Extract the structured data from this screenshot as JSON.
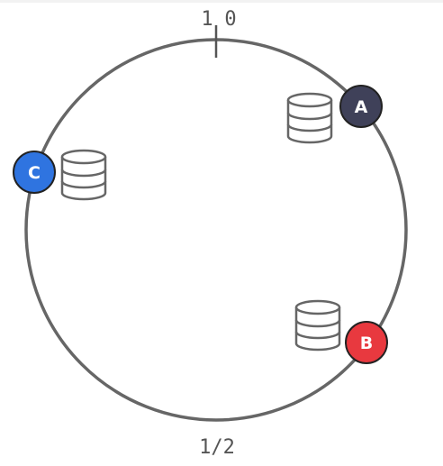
{
  "ring": {
    "top_label_one": "1",
    "top_label_zero": "0",
    "bottom_label": "1/2"
  },
  "nodes": [
    {
      "id": "a",
      "letter": "A",
      "color": "#3f4159",
      "icon": "database-icon"
    },
    {
      "id": "b",
      "letter": "B",
      "color": "#e8393f",
      "icon": "database-icon"
    },
    {
      "id": "c",
      "letter": "C",
      "color": "#2f74e0",
      "icon": "database-icon"
    }
  ]
}
